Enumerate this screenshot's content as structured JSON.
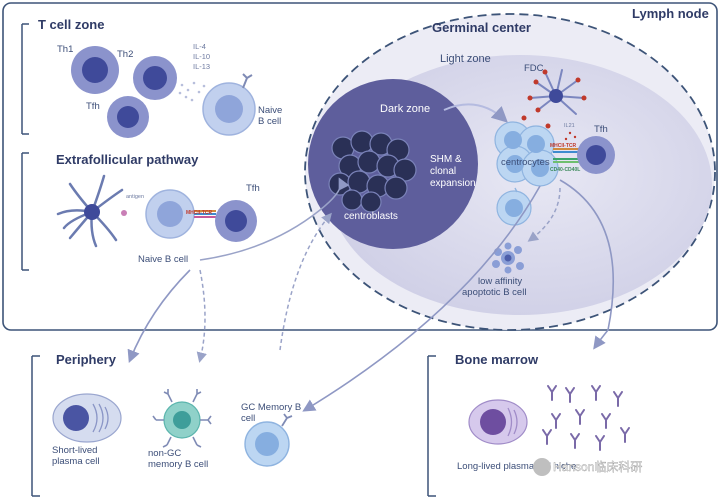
{
  "lymph_node": {
    "title": "Lymph node"
  },
  "t_cell_zone": {
    "title": "T cell zone",
    "th1": "Th1",
    "th2": "Th2",
    "tfh": "Tfh",
    "cytokines": [
      "IL-4",
      "IL-10",
      "IL-13"
    ],
    "naive_b_line1": "Naive",
    "naive_b_line2": "B cell"
  },
  "extrafollicular": {
    "title": "Extrafollicular pathway",
    "antigen": "antigen",
    "mhc_tcr": "MHCII-TCR",
    "tfh": "Tfh",
    "naive_b": "Naive B cell"
  },
  "germinal_center": {
    "title": "Germinal center",
    "light_zone": "Light zone",
    "dark_zone": "Dark zone",
    "centroblasts": "centroblasts",
    "shm_line1": "SHM  &",
    "shm_line2": "clonal",
    "shm_line3": "expansion",
    "fdc": "FDC",
    "il21": "IL21",
    "mhc_tcr": "MHCII-TCR",
    "cd40": "CD40-CD40L",
    "centrocytes": "centrocytes",
    "tfh": "Tfh",
    "apoptotic_line1": "low affinity",
    "apoptotic_line2": "apoptotic B cell"
  },
  "periphery": {
    "title": "Periphery",
    "plasma_line1": "Short-lived",
    "plasma_line2": "plasma cell",
    "nongc_line1": "non-GC",
    "nongc_line2": "memory B cell",
    "gc_mem_line1": "GC Memory B",
    "gc_mem_line2": "cell"
  },
  "bone_marrow": {
    "title": "Bone marrow",
    "plasma": "Long-lived plasma cell niche"
  },
  "watermark": "Hanson临床科研",
  "colors": {
    "frame": "#3d5478",
    "gc_outer": "#d4d4ea",
    "light_zone": "#cfcfe6",
    "dark_zone": "#5e5e9c",
    "b_cell": "#a9bfe6",
    "t_cell": "#8b93cc",
    "nucleus": "#3f4a9a",
    "arrow": "#8f98c4"
  }
}
